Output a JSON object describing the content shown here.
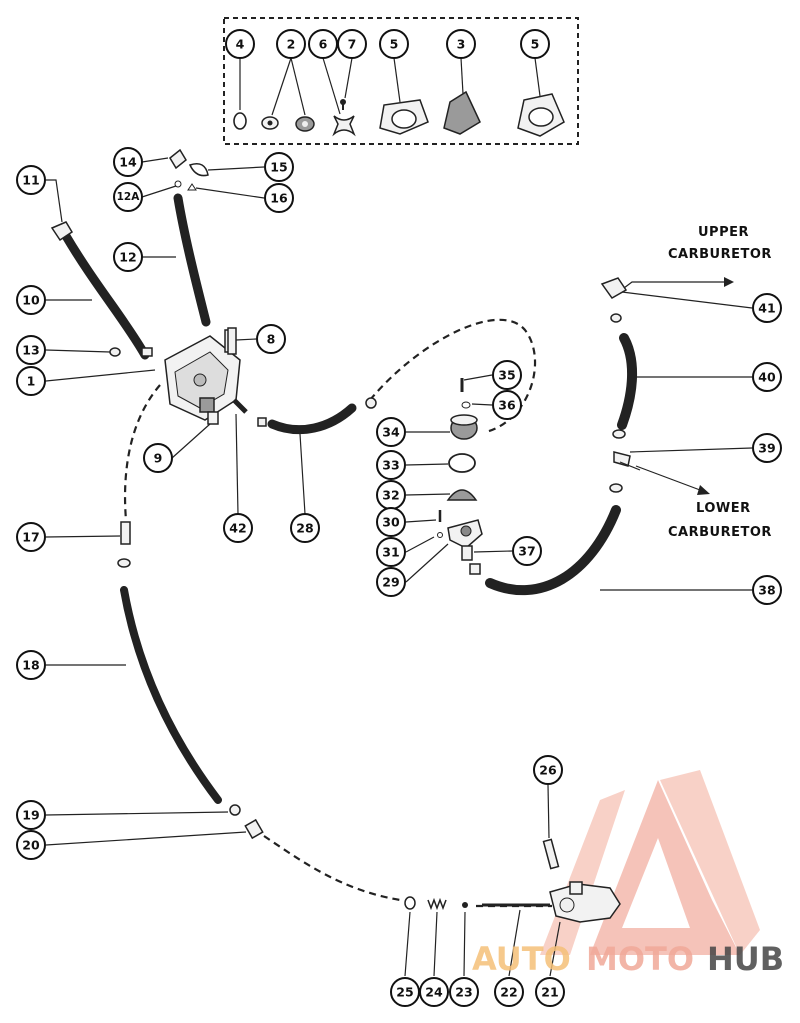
{
  "callouts": [
    {
      "id": "c4",
      "label": "4"
    },
    {
      "id": "c2",
      "label": "2"
    },
    {
      "id": "c6",
      "label": "6"
    },
    {
      "id": "c7",
      "label": "7"
    },
    {
      "id": "c5a",
      "label": "5"
    },
    {
      "id": "c3",
      "label": "3"
    },
    {
      "id": "c5b",
      "label": "5"
    },
    {
      "id": "c14",
      "label": "14"
    },
    {
      "id": "c12a",
      "label": "12A"
    },
    {
      "id": "c15",
      "label": "15"
    },
    {
      "id": "c16",
      "label": "16"
    },
    {
      "id": "c11",
      "label": "11"
    },
    {
      "id": "c12",
      "label": "12"
    },
    {
      "id": "c10",
      "label": "10"
    },
    {
      "id": "c13",
      "label": "13"
    },
    {
      "id": "c1",
      "label": "1"
    },
    {
      "id": "c8",
      "label": "8"
    },
    {
      "id": "c9",
      "label": "9"
    },
    {
      "id": "c42",
      "label": "42"
    },
    {
      "id": "c28",
      "label": "28"
    },
    {
      "id": "c17",
      "label": "17"
    },
    {
      "id": "c18",
      "label": "18"
    },
    {
      "id": "c19",
      "label": "19"
    },
    {
      "id": "c20",
      "label": "20"
    },
    {
      "id": "c35",
      "label": "35"
    },
    {
      "id": "c36",
      "label": "36"
    },
    {
      "id": "c34",
      "label": "34"
    },
    {
      "id": "c33",
      "label": "33"
    },
    {
      "id": "c32",
      "label": "32"
    },
    {
      "id": "c30",
      "label": "30"
    },
    {
      "id": "c31",
      "label": "31"
    },
    {
      "id": "c29",
      "label": "29"
    },
    {
      "id": "c37",
      "label": "37"
    },
    {
      "id": "c41",
      "label": "41"
    },
    {
      "id": "c40",
      "label": "40"
    },
    {
      "id": "c39",
      "label": "39"
    },
    {
      "id": "c38",
      "label": "38"
    },
    {
      "id": "c26",
      "label": "26"
    },
    {
      "id": "c25",
      "label": "25"
    },
    {
      "id": "c24",
      "label": "24"
    },
    {
      "id": "c23",
      "label": "23"
    },
    {
      "id": "c22",
      "label": "22"
    },
    {
      "id": "c21",
      "label": "21"
    }
  ],
  "labels": {
    "upper_line1": "UPPER",
    "upper_line2": "CARBURETOR",
    "lower_line1": "LOWER",
    "lower_line2": "CARBURETOR"
  },
  "watermark": {
    "part1": "AUTO",
    "part2": "MOTO",
    "part3": "HUB",
    "color_primary": "#f0a898",
    "color_secondary": "#f5c078",
    "color_dark": "#444444"
  }
}
